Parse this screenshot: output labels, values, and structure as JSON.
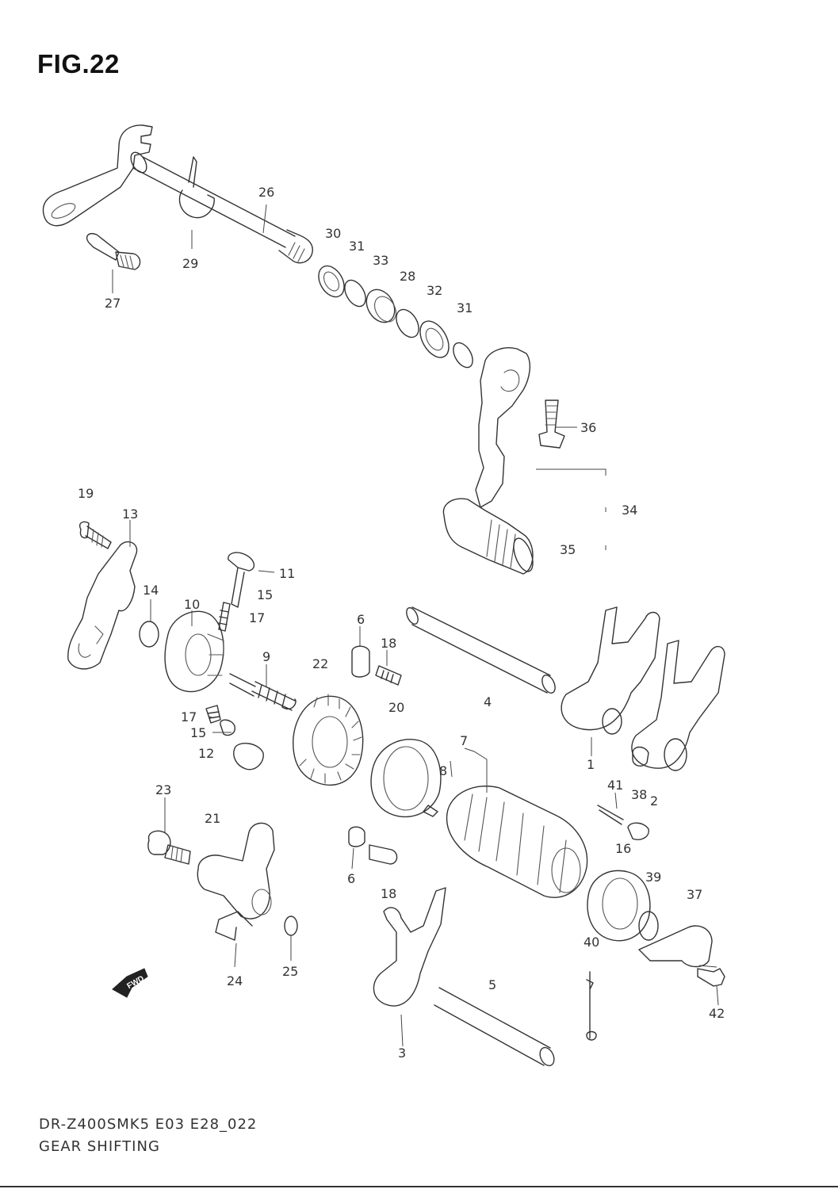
{
  "figure": {
    "title": "FIG.22",
    "model_code": "DR-Z400SMK5 E03 E28_022",
    "name": "GEAR SHIFTING",
    "fwd_label": "FWD"
  },
  "callouts": [
    {
      "id": "c26",
      "label": "26"
    },
    {
      "id": "c29",
      "label": "29"
    },
    {
      "id": "c27",
      "label": "27"
    },
    {
      "id": "c30",
      "label": "30"
    },
    {
      "id": "c31a",
      "label": "31"
    },
    {
      "id": "c33",
      "label": "33"
    },
    {
      "id": "c28",
      "label": "28"
    },
    {
      "id": "c32",
      "label": "32"
    },
    {
      "id": "c31b",
      "label": "31"
    },
    {
      "id": "c36",
      "label": "36"
    },
    {
      "id": "c34",
      "label": "34"
    },
    {
      "id": "c35",
      "label": "35"
    },
    {
      "id": "c19",
      "label": "19"
    },
    {
      "id": "c13",
      "label": "13"
    },
    {
      "id": "c11",
      "label": "11"
    },
    {
      "id": "c15a",
      "label": "15"
    },
    {
      "id": "c17a",
      "label": "17"
    },
    {
      "id": "c14",
      "label": "14"
    },
    {
      "id": "c10",
      "label": "10"
    },
    {
      "id": "c6a",
      "label": "6"
    },
    {
      "id": "c18a",
      "label": "18"
    },
    {
      "id": "c9",
      "label": "9"
    },
    {
      "id": "c22",
      "label": "22"
    },
    {
      "id": "c20",
      "label": "20"
    },
    {
      "id": "c4",
      "label": "4"
    },
    {
      "id": "c17b",
      "label": "17"
    },
    {
      "id": "c15b",
      "label": "15"
    },
    {
      "id": "c12",
      "label": "12"
    },
    {
      "id": "c7",
      "label": "7"
    },
    {
      "id": "c8",
      "label": "8"
    },
    {
      "id": "c1",
      "label": "1"
    },
    {
      "id": "c41",
      "label": "41"
    },
    {
      "id": "c38",
      "label": "38"
    },
    {
      "id": "c2",
      "label": "2"
    },
    {
      "id": "c23",
      "label": "23"
    },
    {
      "id": "c21",
      "label": "21"
    },
    {
      "id": "c16",
      "label": "16"
    },
    {
      "id": "c6b",
      "label": "6"
    },
    {
      "id": "c39",
      "label": "39"
    },
    {
      "id": "c18b",
      "label": "18"
    },
    {
      "id": "c37",
      "label": "37"
    },
    {
      "id": "c40",
      "label": "40"
    },
    {
      "id": "c24",
      "label": "24"
    },
    {
      "id": "c25",
      "label": "25"
    },
    {
      "id": "c5",
      "label": "5"
    },
    {
      "id": "c42",
      "label": "42"
    },
    {
      "id": "c3",
      "label": "3"
    }
  ]
}
